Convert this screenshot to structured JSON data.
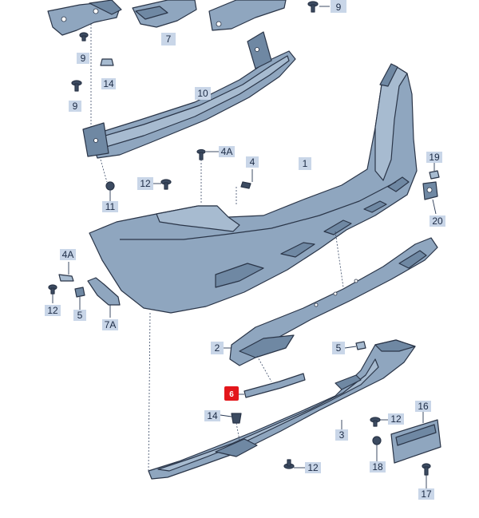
{
  "diagram": {
    "selected_part": "6",
    "callouts": {
      "c9_top": "9",
      "c7": "7",
      "c9_left": "9",
      "c9_low": "9",
      "c14_top": "14",
      "c10": "10",
      "c4A_top": "4A",
      "c4": "4",
      "c1": "1",
      "c12_mid": "12",
      "c11": "11",
      "c19": "19",
      "c20": "20",
      "c4A_left": "4A",
      "c12_left": "12",
      "c5_left": "5",
      "c7A": "7A",
      "c2": "2",
      "c5_right": "5",
      "c6": "6",
      "c14_bot": "14",
      "c12_right": "12",
      "c3": "3",
      "c16": "16",
      "c18": "18",
      "c12_bot": "12",
      "c17": "17"
    }
  }
}
